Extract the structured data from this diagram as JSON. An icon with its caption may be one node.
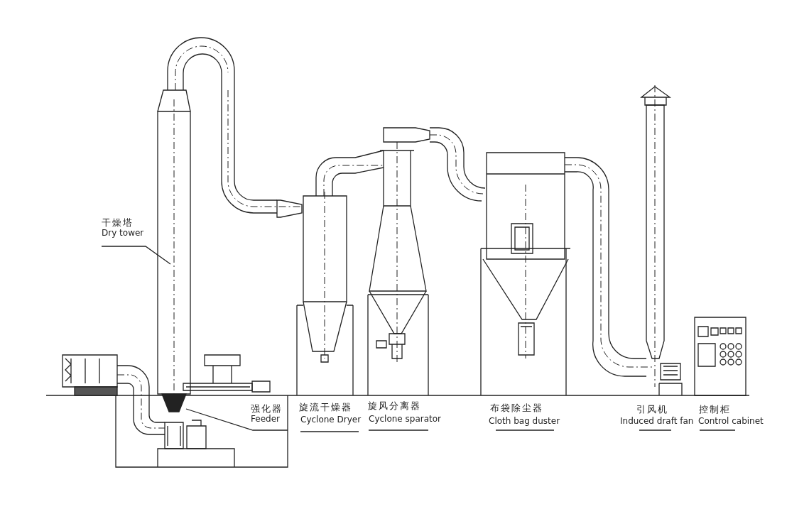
{
  "diagram": {
    "nodes": [
      {
        "text": [
          "干燥塔",
          "Dry tower"
        ]
      },
      {
        "text": [
          "强化器",
          "Feeder"
        ]
      }
    ],
    "edges": [
      {
        "from": 0,
        "to": null,
        "arrow": "none"
      },
      {
        "from": 1,
        "to": null,
        "arrow": "none"
      }
    ],
    "labels": [
      "旋流干燥器",
      "Cyclone Dryer",
      "旋风分离器",
      "Cyclone sparator",
      "布袋除尘器",
      "Cloth bag duster",
      "引风机",
      "Induced draft fan",
      "控制柜",
      "Control cabinet"
    ]
  }
}
